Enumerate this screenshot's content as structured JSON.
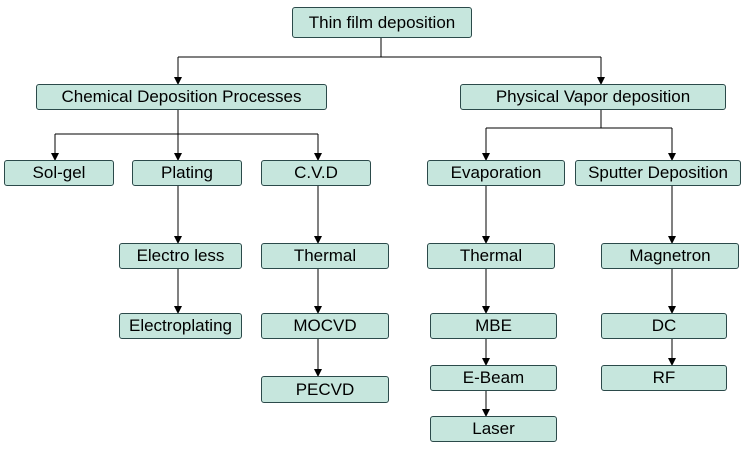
{
  "diagram": {
    "title": "Thin film deposition",
    "branches": {
      "chemical": "Chemical Deposition Processes",
      "physical": "Physical Vapor deposition"
    },
    "chemical": {
      "solgel": "Sol-gel",
      "plating": "Plating",
      "cvd": "C.V.D",
      "electroless": "Electro less",
      "electroplating": "Electroplating",
      "thermal": "Thermal",
      "mocvd": "MOCVD",
      "pecvd": "PECVD"
    },
    "physical": {
      "evaporation": "Evaporation",
      "sputter": "Sputter Deposition",
      "thermal": "Thermal",
      "mbe": "MBE",
      "ebeam": "E-Beam",
      "laser": "Laser",
      "magnetron": "Magnetron",
      "dc": "DC",
      "rf": "RF"
    }
  }
}
